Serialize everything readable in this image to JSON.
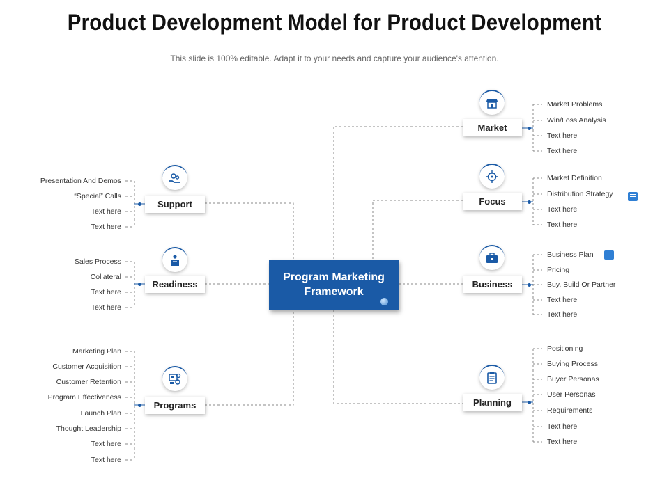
{
  "title": "Product Development Model for Product Development",
  "subtitle": "This slide is 100% editable. Adapt it to your needs and capture your audience's attention.",
  "center": {
    "label_line1": "Program Marketing",
    "label_line2": "Framework"
  },
  "colors": {
    "accent": "#1a5aa6",
    "line": "#8a8a8a"
  },
  "left_nodes": [
    {
      "label": "Support",
      "icon": "gear-hand-icon",
      "items": [
        "Presentation And Demos",
        "“Special” Calls",
        "Text here",
        "Text here"
      ]
    },
    {
      "label": "Readiness",
      "icon": "person-box-icon",
      "items": [
        "Sales Process",
        "Collateral",
        "Text here",
        "Text here"
      ]
    },
    {
      "label": "Programs",
      "icon": "monitor-gear-icon",
      "items": [
        "Marketing Plan",
        "Customer Acquisition",
        "Customer Retention",
        "Program Effectiveness",
        "Launch Plan",
        "Thought Leadership",
        "Text here",
        "Text here"
      ]
    }
  ],
  "right_nodes": [
    {
      "label": "Market",
      "icon": "store-icon",
      "items": [
        "Market Problems",
        "Win/Loss Analysis",
        "Text here",
        "Text here"
      ]
    },
    {
      "label": "Focus",
      "icon": "crosshair-icon",
      "items": [
        "Market Definition",
        "Distribution Strategy",
        "Text here",
        "Text here"
      ]
    },
    {
      "label": "Business",
      "icon": "briefcase-icon",
      "items": [
        "Business Plan",
        "Pricing",
        "Buy, Build Or Partner",
        "Text here",
        "Text here"
      ]
    },
    {
      "label": "Planning",
      "icon": "clipboard-icon",
      "items": [
        "Positioning",
        "Buying Process",
        "Buyer Personas",
        "User Personas",
        "Requirements",
        "Text here",
        "Text here"
      ]
    }
  ],
  "note_icons": [
    "note-icon",
    "note-icon"
  ]
}
